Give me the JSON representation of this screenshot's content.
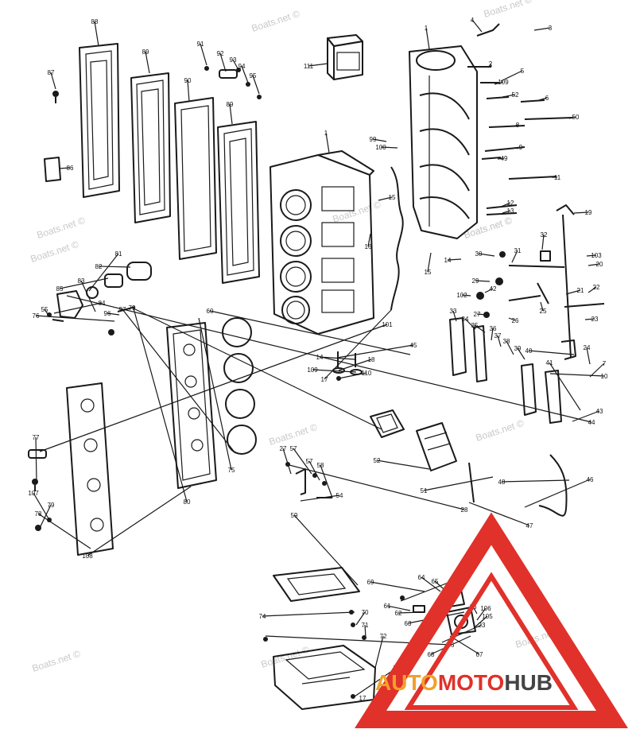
{
  "watermarks": [
    "Boats.net ©",
    "Boats.net ©",
    "Boats.net ©",
    "Boats.net ©",
    "Boats.net ©",
    "Boats.net ©",
    "Boats.net ©",
    "Boats.net ©",
    "Boats.net ©",
    "Boats.net ©",
    "Boats.net ©",
    "Boats.net ©"
  ],
  "brand": {
    "auto": "AUTO",
    "moto": "MOTO",
    "hub": "HUB",
    "color_red": "#e0312a",
    "color_orange": "#f0a12b",
    "color_gray": "#444444"
  },
  "labels": [
    "88",
    "87",
    "86",
    "89",
    "90",
    "89",
    "91",
    "92",
    "93",
    "94",
    "95",
    "111",
    "1",
    "4",
    "3",
    "2",
    "5",
    "109",
    "52",
    "6",
    "50",
    "8",
    "99",
    "100",
    "9",
    "49",
    "11",
    "15",
    "16",
    "1",
    "12",
    "13",
    "19",
    "32",
    "103",
    "20",
    "30",
    "31",
    "29",
    "15",
    "14",
    "42",
    "102",
    "21",
    "22",
    "25",
    "26",
    "27",
    "23",
    "33",
    "34",
    "35",
    "36",
    "37",
    "38",
    "39",
    "40",
    "24",
    "7",
    "10",
    "41",
    "43",
    "44",
    "85",
    "82",
    "81",
    "83",
    "84",
    "55",
    "76",
    "96",
    "97",
    "75",
    "60",
    "45",
    "14",
    "18",
    "109",
    "110",
    "17",
    "101",
    "77",
    "107",
    "79",
    "78",
    "108",
    "80",
    "79",
    "52",
    "51",
    "48",
    "46",
    "47",
    "28",
    "27",
    "57",
    "57",
    "58",
    "54",
    "59",
    "69",
    "64",
    "65",
    "104",
    "61",
    "62",
    "63",
    "66",
    "106",
    "105",
    "23",
    "68",
    "67",
    "65",
    "74",
    "70",
    "71",
    "72",
    "73",
    "17"
  ]
}
